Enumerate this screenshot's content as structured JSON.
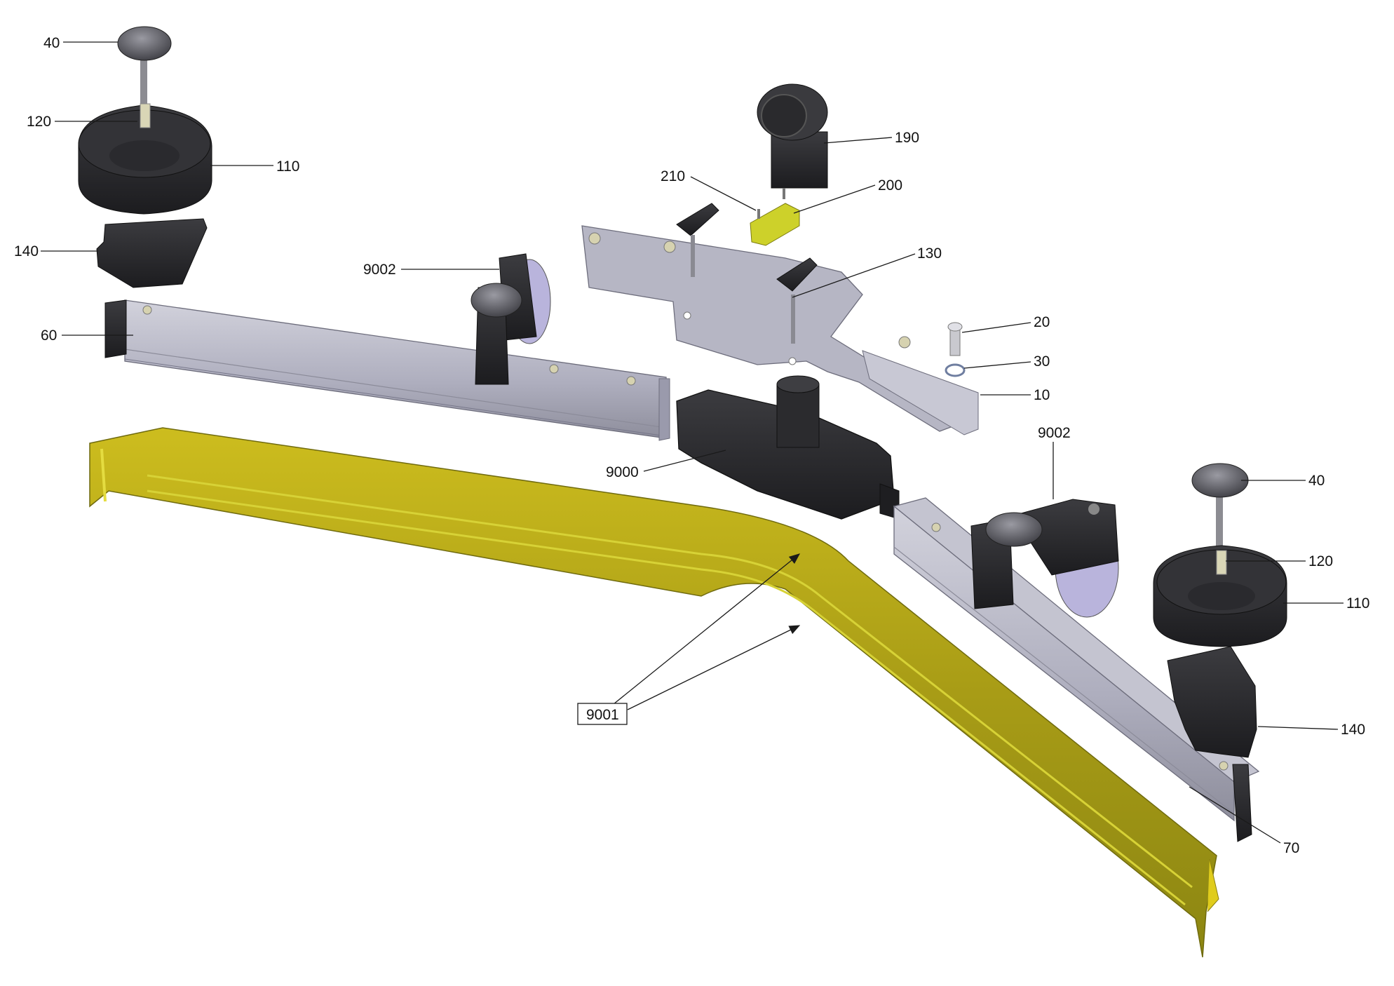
{
  "diagram": {
    "labels": {
      "l_40_top": "40",
      "l_120_top": "120",
      "l_110_top": "110",
      "l_140_top": "140",
      "l_60": "60",
      "l_9002_left": "9002",
      "l_210": "210",
      "l_190": "190",
      "l_200": "200",
      "l_130": "130",
      "l_20": "20",
      "l_30": "30",
      "l_10": "10",
      "l_9002_right": "9002",
      "l_9000": "9000",
      "l_40_right": "40",
      "l_120_right": "120",
      "l_110_right": "110",
      "l_9001": "9001",
      "l_140_right": "140",
      "l_70": "70"
    },
    "colors": {
      "rubber_black": "#2a2a2c",
      "aluminium": "#b9b9c6",
      "squeegee_yellow": "#b9a81c",
      "highlight_yellow": "#d7d52a",
      "leader": "#1a1a1a"
    }
  }
}
